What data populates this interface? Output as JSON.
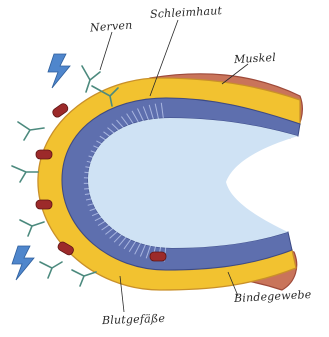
{
  "labels": {
    "nerves": "Nerven",
    "mucosa": "Schleimhaut",
    "muscle": "Muskel",
    "vessels": "Blutgefäße",
    "connective": "Bindegewebe"
  },
  "colors": {
    "muscle": "#c9745a",
    "muscle_dark": "#9e4a3a",
    "connective": "#f2c230",
    "connective_edge": "#c9902a",
    "mucosa": "#5e6fae",
    "mucosa_light": "#a9b6e0",
    "lumen": "#cfe2f4",
    "nerve": "#4c8a7e",
    "vessel": "#9c2a2a",
    "lightning": "#4f86cc",
    "ink": "#2a2a2a"
  },
  "icons": [
    "lightning-icon",
    "nerve-icon",
    "vessel-icon"
  ]
}
